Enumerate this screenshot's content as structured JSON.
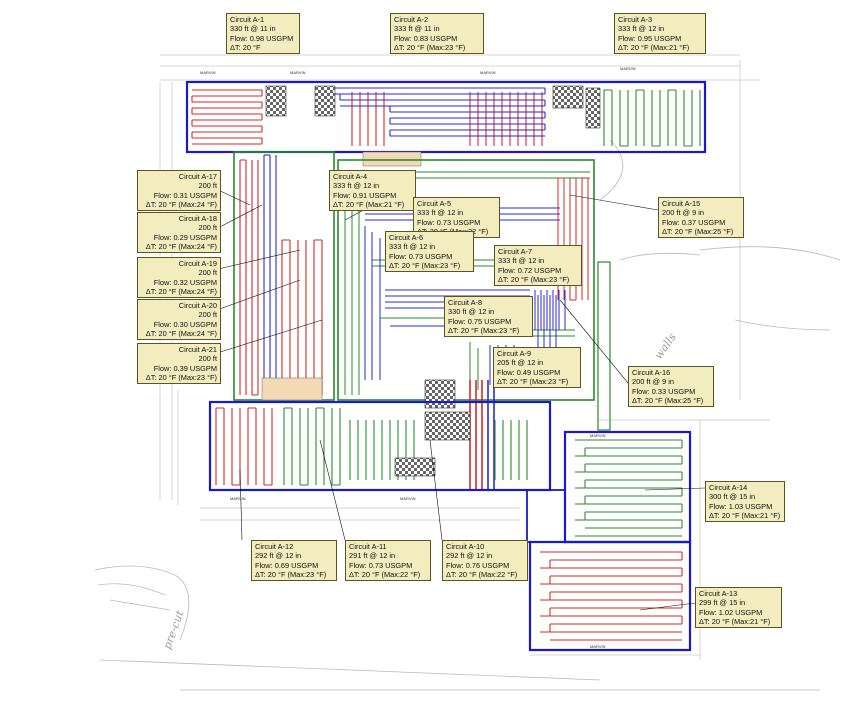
{
  "callouts": {
    "a1": {
      "title": "Circuit A-1",
      "l1": "330 ft @ 11 in",
      "l2": "Flow: 0.98 USGPM",
      "l3": "ΔT: 20 °F"
    },
    "a2": {
      "title": "Circuit A-2",
      "l1": "333 ft @ 11 in",
      "l2": "Flow: 0.83 USGPM",
      "l3": "ΔT: 20 °F (Max:23 °F)"
    },
    "a3": {
      "title": "Circuit A-3",
      "l1": "333 ft @ 12 in",
      "l2": "Flow: 0.95 USGPM",
      "l3": "ΔT: 20 °F (Max:21 °F)"
    },
    "a4": {
      "title": "Circuit A-4",
      "l1": "333 ft @ 12 in",
      "l2": "Flow: 0.91 USGPM",
      "l3": "ΔT: 20 °F (Max:21 °F)"
    },
    "a5": {
      "title": "Circuit A-5",
      "l1": "333 ft @ 12 in",
      "l2": "Flow: 0.73 USGPM",
      "l3": "ΔT: 20 °F (Max:22 °F)"
    },
    "a6": {
      "title": "Circuit A-6",
      "l1": "333 ft @ 12 in",
      "l2": "Flow: 0.73 USGPM",
      "l3": "ΔT: 20 °F (Max:23 °F)"
    },
    "a7": {
      "title": "Circuit A-7",
      "l1": "333 ft @ 12 in",
      "l2": "Flow: 0.72 USGPM",
      "l3": "ΔT: 20 °F (Max:23 °F)"
    },
    "a8": {
      "title": "Circuit A-8",
      "l1": "330 ft @ 12 in",
      "l2": "Flow: 0.75 USGPM",
      "l3": "ΔT: 20 °F (Max:23 °F)"
    },
    "a9": {
      "title": "Circuit A-9",
      "l1": "205 ft @ 12 in",
      "l2": "Flow: 0.49 USGPM",
      "l3": "ΔT: 20 °F (Max:23 °F)"
    },
    "a10": {
      "title": "Circuit A-10",
      "l1": "292 ft @ 12 in",
      "l2": "Flow: 0.76 USGPM",
      "l3": "ΔT: 20 °F (Max:22 °F)"
    },
    "a11": {
      "title": "Circuit A-11",
      "l1": "291 ft @ 12 in",
      "l2": "Flow: 0.73 USGPM",
      "l3": "ΔT: 20 °F (Max:22 °F)"
    },
    "a12": {
      "title": "Circuit A-12",
      "l1": "292 ft @ 12 in",
      "l2": "Flow: 0.69 USGPM",
      "l3": "ΔT: 20 °F (Max:23 °F)"
    },
    "a13": {
      "title": "Circuit A-13",
      "l1": "299 ft @ 15 in",
      "l2": "Flow: 1.02 USGPM",
      "l3": "ΔT: 20 °F (Max:21 °F)"
    },
    "a14": {
      "title": "Circuit A-14",
      "l1": "300 ft @ 15 in",
      "l2": "Flow: 1.03 USGPM",
      "l3": "ΔT: 20 °F (Max:21 °F)"
    },
    "a15": {
      "title": "Circuit A-15",
      "l1": "200 ft @ 9 in",
      "l2": "Flow: 0.37 USGPM",
      "l3": "ΔT: 20 °F (Max:25 °F)"
    },
    "a16": {
      "title": "Circuit A-16",
      "l1": "200 ft @ 9 in",
      "l2": "Flow: 0.33 USGPM",
      "l3": "ΔT: 20 °F (Max:25 °F)"
    },
    "a17": {
      "title": "Circuit A-17",
      "l1": "200 ft",
      "l2": "Flow: 0.31 USGPM",
      "l3": "ΔT: 20 °F (Max:24 °F)"
    },
    "a18": {
      "title": "Circuit A-18",
      "l1": "200 ft",
      "l2": "Flow: 0.29 USGPM",
      "l3": "ΔT: 20 °F (Max:24 °F)"
    },
    "a19": {
      "title": "Circuit A-19",
      "l1": "200 ft",
      "l2": "Flow: 0.32 USGPM",
      "l3": "ΔT: 20 °F (Max:24 °F)"
    },
    "a20": {
      "title": "Circuit A-20",
      "l1": "200 ft",
      "l2": "Flow: 0.30 USGPM",
      "l3": "ΔT: 20 °F (Max:24 °F)"
    },
    "a21": {
      "title": "Circuit A-21",
      "l1": "200 ft",
      "l2": "Flow: 0.39 USGPM",
      "l3": "ΔT: 20 °F (Max:23 °F)"
    }
  },
  "colors": {
    "supply": "#d42a2a",
    "return": "#2a2ad4",
    "loop": "#2a8c2a",
    "zone_border": "#1a1acc",
    "callout_bg": "#f3ecbf"
  }
}
